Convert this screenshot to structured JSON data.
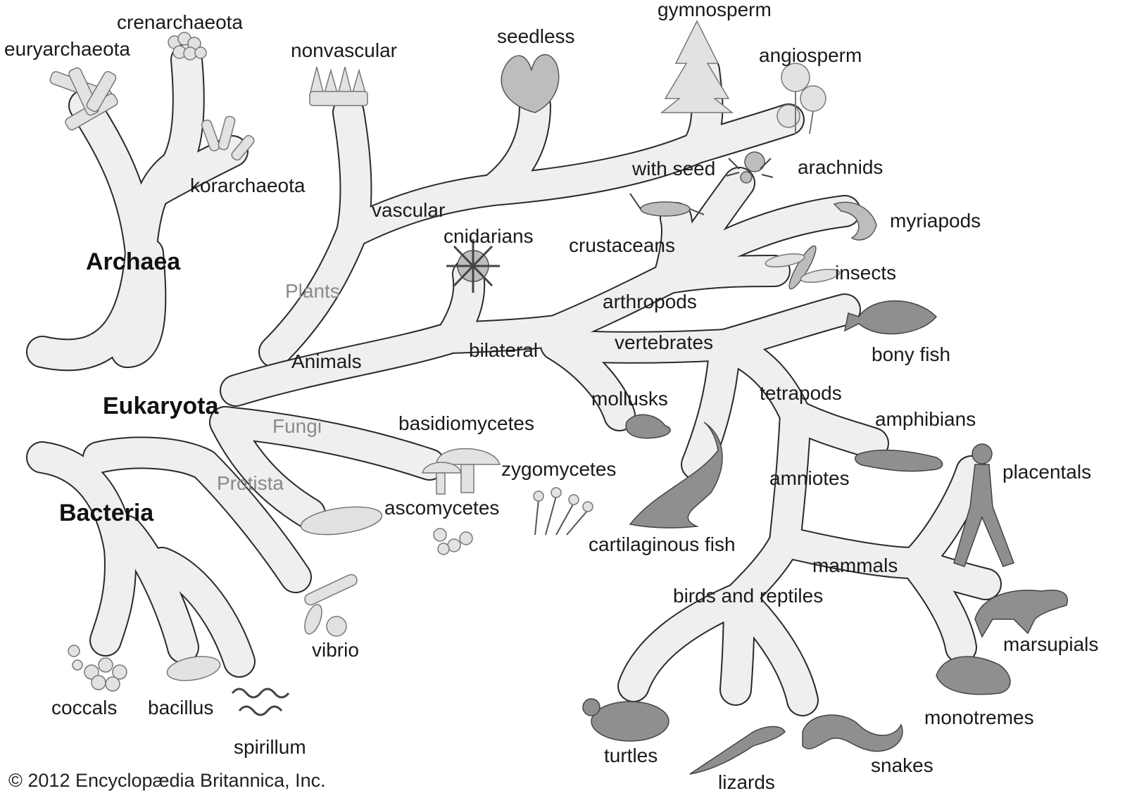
{
  "labels": {
    "euryarchaeota": "euryarchaeota",
    "crenarchaeota": "crenarchaeota",
    "korarchaeota": "korarchaeota",
    "archaea": "Archaea",
    "nonvascular": "nonvascular",
    "vascular": "vascular",
    "seedless": "seedless",
    "with_seed": "with seed",
    "gymnosperm": "gymnosperm",
    "angiosperm": "angiosperm",
    "plants": "Plants",
    "animals": "Animals",
    "cnidarians": "cnidarians",
    "bilateral": "bilateral",
    "arachnids": "arachnids",
    "crustaceans": "crustaceans",
    "myriapods": "myriapods",
    "insects": "insects",
    "arthropods": "arthropods",
    "vertebrates": "vertebrates",
    "bony_fish": "bony fish",
    "mollusks": "mollusks",
    "tetrapods": "tetrapods",
    "amphibians": "amphibians",
    "eukaryota": "Eukaryota",
    "fungi": "Fungi",
    "basidiomycetes": "basidiomycetes",
    "zygomycetes": "zygomycetes",
    "ascomycetes": "ascomycetes",
    "protista": "Protista",
    "bacteria": "Bacteria",
    "amniotes": "amniotes",
    "placentals": "placentals",
    "cartilaginous_fish": "cartilaginous fish",
    "mammals": "mammals",
    "birds_and_reptiles": "birds and reptiles",
    "marsupials": "marsupials",
    "monotremes": "monotremes",
    "vibrio": "vibrio",
    "coccals": "coccals",
    "bacillus": "bacillus",
    "spirillum": "spirillum",
    "turtles": "turtles",
    "lizards": "lizards",
    "snakes": "snakes"
  },
  "copyright": "© 2012 Encyclopædia Britannica, Inc.",
  "colors": {
    "branch_fill": "#efefef",
    "branch_outline": "#2a2a2a",
    "organism_fill": "#bdbdbd",
    "kingdom_label": "#8a8a8a",
    "text": "#1a1a1a"
  }
}
